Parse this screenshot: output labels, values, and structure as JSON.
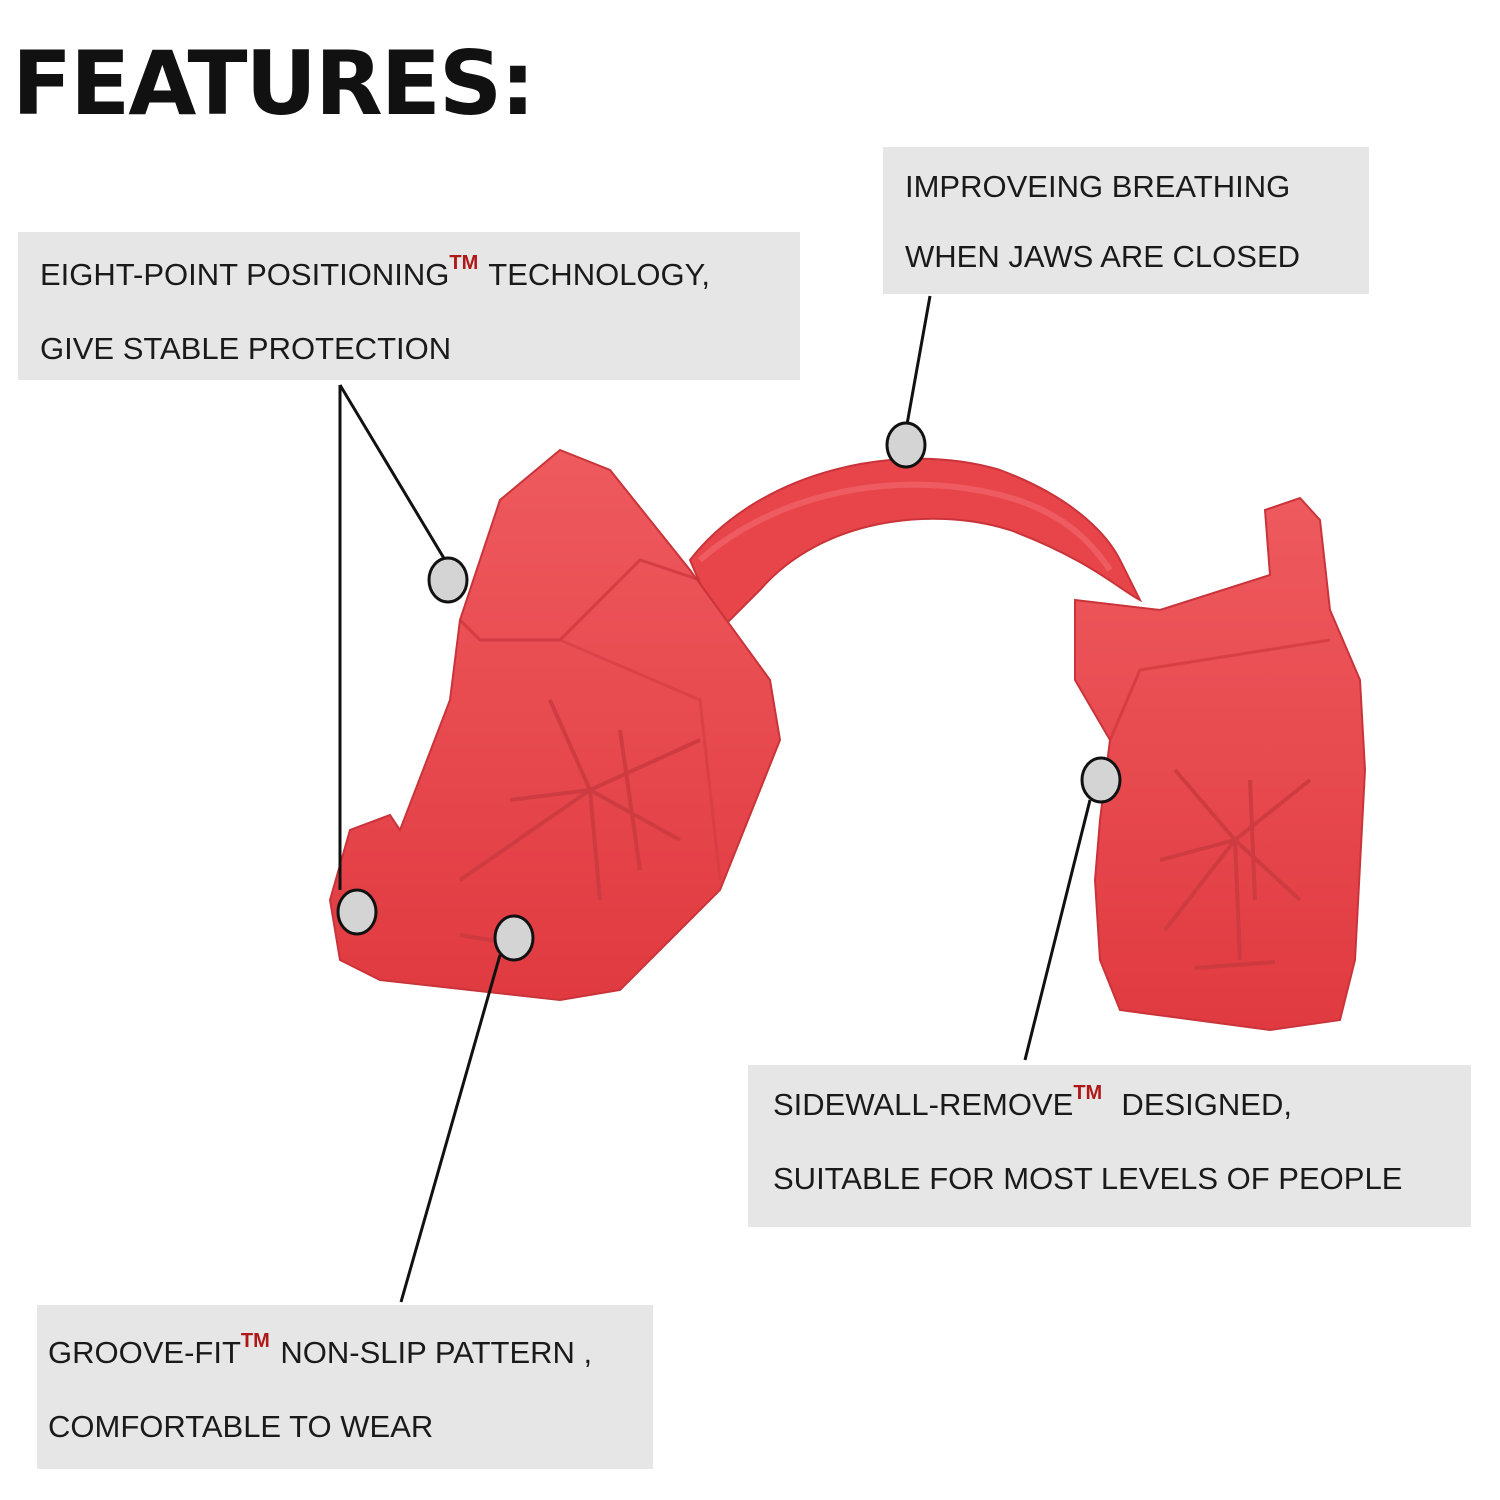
{
  "page": {
    "title": "FEATURES:"
  },
  "callouts": {
    "eight_point": {
      "line1_before_tm": "EIGHT-POINT POSITIONING",
      "tm": "TM",
      "line1_after_tm": " TECHNOLOGY,",
      "line2": "GIVE STABLE PROTECTION"
    },
    "breathing": {
      "line1": "IMPROVEING BREATHING",
      "line2": "WHEN JAWS ARE CLOSED"
    },
    "sidewall": {
      "line1_before_tm": "SIDEWALL-REMOVE",
      "tm": "TM",
      "line1_after_tm": "  DESIGNED,",
      "line2": "SUITABLE FOR MOST LEVELS OF PEOPLE"
    },
    "groove": {
      "line1_before_tm": "GROOVE-FIT",
      "tm": "TM",
      "line1_after_tm": " NON-SLIP PATTERN ,",
      "line2": "COMFORTABLE TO WEAR"
    }
  },
  "colors": {
    "product_red": "#e8454a",
    "product_shadow": "#c9343a",
    "label_background": "#e6e6e6",
    "tm_red": "#b01818",
    "marker_fill": "#d4d4d4"
  }
}
